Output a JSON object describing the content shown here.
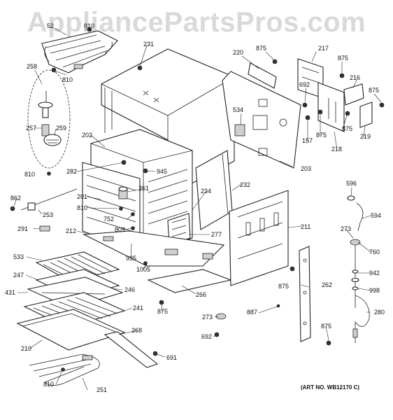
{
  "watermark": "AppliancePartsPros.com",
  "art_number": "(ART NO. WB12170 C)",
  "labels": {
    "p52": "52",
    "p810a": "810",
    "p810b": "810",
    "p810c": "810",
    "p810d": "810",
    "p810e": "810",
    "p231": "231",
    "p220": "220",
    "p875a": "875",
    "p217": "217",
    "p875b": "875",
    "p216": "216",
    "p875c": "875",
    "p258": "258",
    "p692a": "692",
    "p534": "534",
    "p257": "257",
    "p259": "259",
    "p157": "157",
    "p875d": "875",
    "p875e": "875",
    "p218": "218",
    "p219": "219",
    "p202": "202",
    "p203": "203",
    "p282": "282",
    "p945": "945",
    "p232": "232",
    "p596": "596",
    "p862": "862",
    "p201": "201",
    "p261": "261",
    "p234": "234",
    "p594": "594",
    "p253": "253",
    "p752": "752",
    "p273a": "273",
    "p291": "291",
    "p212": "212",
    "p809": "809",
    "p277": "277",
    "p211": "211",
    "p760": "760",
    "p533": "533",
    "p935": "935",
    "p942": "942",
    "p247": "247",
    "p1005": "1005",
    "p875f": "875",
    "p262": "262",
    "p431": "431",
    "p246": "246",
    "p266": "266",
    "p998": "998",
    "p241": "241",
    "p887": "887",
    "p875g": "875",
    "p280": "280",
    "p273b": "273",
    "p875h": "875",
    "p268": "268",
    "p692b": "692",
    "p210": "210",
    "p691": "691",
    "p251": "251"
  }
}
